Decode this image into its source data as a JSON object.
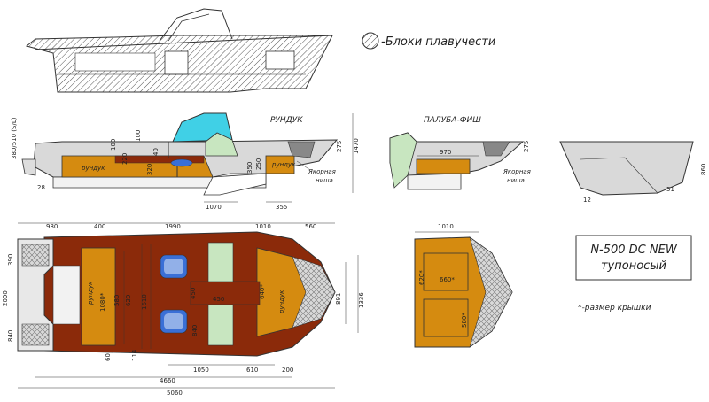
{
  "legend": {
    "flotation_label": "-Блоки плавучести"
  },
  "labels": {
    "rundu_top": "РУНДУК",
    "paluba": "ПАЛУБА-ФИШ",
    "anchor_1": "Якорная",
    "anchor_2": "ниша",
    "anchor_3": "Якорная",
    "anchor_4": "ниша",
    "rundu_side": "рундук",
    "rundu_plan_1": "рундук",
    "rundu_plan_2": "рундук",
    "side_height": "380/510 (S/L)",
    "angle_1": "28",
    "angle_2": "12",
    "angle_3": "51"
  },
  "title_box": {
    "line1": "N-500 DC NEW",
    "line2": "тупоносый"
  },
  "note": "*-размер крышки",
  "dims": {
    "side": [
      "100",
      "100",
      "40",
      "320",
      "220",
      "350",
      "250",
      "275",
      "1470",
      "1070",
      "355"
    ],
    "deck": [
      "970",
      "275"
    ],
    "section": [
      "860"
    ],
    "plan_top": [
      "980",
      "400",
      "1990",
      "1010",
      "560"
    ],
    "plan_left": [
      "390",
      "2000",
      "840"
    ],
    "plan_inner": [
      "1080*",
      "580",
      "620",
      "1610",
      "450",
      "450",
      "840",
      "640*",
      "891",
      "1336"
    ],
    "plan_bottom": [
      "60",
      "114",
      "1050",
      "610",
      "200",
      "4660",
      "5060"
    ],
    "deck_plan": [
      "1010",
      "620*",
      "660*",
      "580*"
    ]
  }
}
